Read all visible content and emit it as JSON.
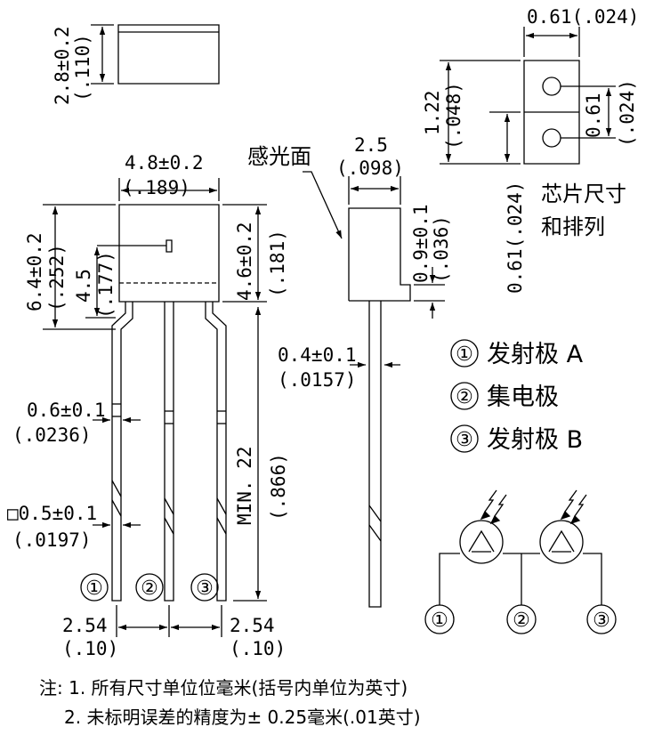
{
  "top_view": {
    "height_dim": "2.8±0.2",
    "height_dim_in": "(.110)"
  },
  "chip_layout": {
    "width_dim": "0.61(.024)",
    "height_dim": "1.22",
    "height_dim_in": "(.048)",
    "pitch_dim": "0.61",
    "pitch_dim_in": "(.024)",
    "lower_dim": "0.61(.024)",
    "caption_line1": "芯片尺寸",
    "caption_line2": "和排列"
  },
  "front_view": {
    "width_dim": "4.8±0.2",
    "width_dim_in": "(.189)",
    "height_dim": "6.4±0.2",
    "height_dim_in": "(.252)",
    "chip_dim": "4.5",
    "chip_dim_in": "(.177)",
    "body_dim": "4.6±0.2",
    "body_dim_in": "(.181)",
    "lead_width_dim": "0.6±0.1",
    "lead_width_dim_in": "(.0236)",
    "lead_square_dim": "□0.5±0.1",
    "lead_square_dim_in": "(.0197)",
    "lead_length_dim": "MIN. 22",
    "lead_length_dim_in": "(.866)",
    "pitch_left_dim": "2.54",
    "pitch_left_dim_in": "(.10)",
    "pitch_right_dim": "2.54",
    "pitch_right_dim_in": "(.10)",
    "pin_labels": [
      "①",
      "②",
      "③"
    ]
  },
  "side_view": {
    "sensor_face_label": "感光面",
    "width_dim": "2.5",
    "width_dim_in": "(.098)",
    "recess_dim": "0.9±0.1",
    "recess_dim_in": "(.036)",
    "lead_dim": "0.4±0.1",
    "lead_dim_in": "(.0157)"
  },
  "pin_legend": [
    {
      "num": "①",
      "name": "发射极 A"
    },
    {
      "num": "②",
      "name": "集电极"
    },
    {
      "num": "③",
      "name": "发射极 B"
    }
  ],
  "schematic": {
    "pin_labels": [
      "①",
      "②",
      "③"
    ]
  },
  "notes": {
    "line1": "注: 1. 所有尺寸单位位毫米(括号内单位为英寸)",
    "line2": "2. 未标明误差的精度为± 0.25毫米(.01英寸)"
  }
}
